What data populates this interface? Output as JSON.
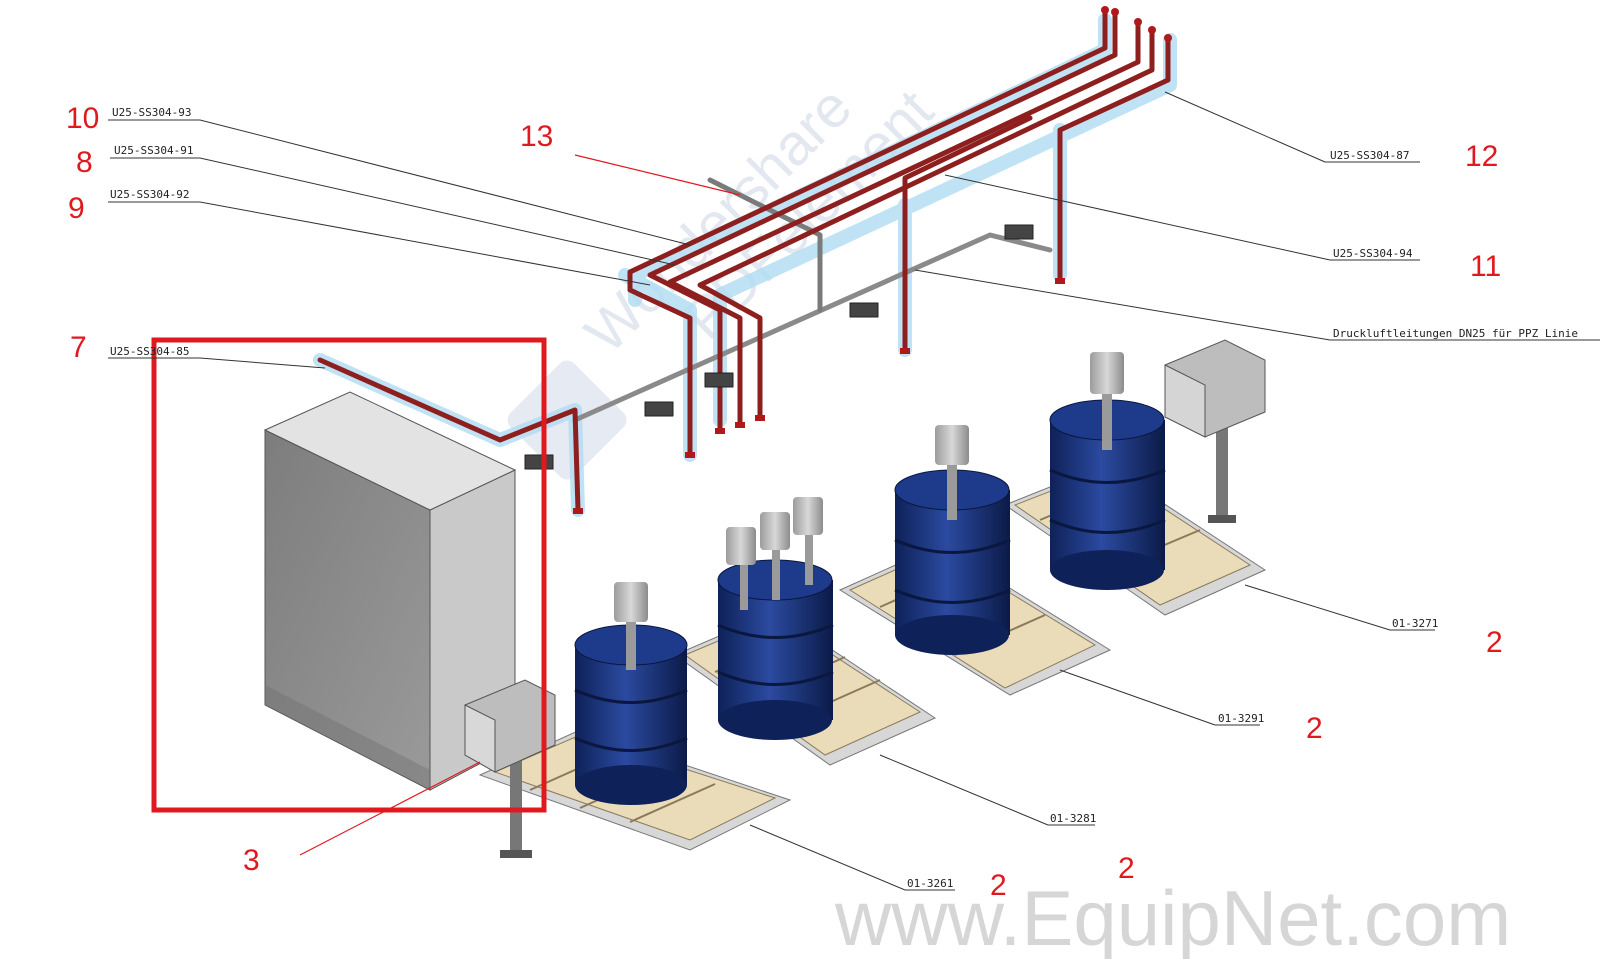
{
  "labels": {
    "u85": "U25-SS304-85",
    "u93": "U25-SS304-93",
    "u91": "U25-SS304-91",
    "u92": "U25-SS304-92",
    "u87": "U25-SS304-87",
    "u94": "U25-SS304-94",
    "druck": "Druckluftleitungen DN25 für PPZ Linie",
    "s3271": "01-3271",
    "s3291": "01-3291",
    "s3281": "01-3281",
    "s3261": "01-3261"
  },
  "callouts": {
    "n10": "10",
    "n8": "8",
    "n9": "9",
    "n7": "7",
    "n13": "13",
    "n12": "12",
    "n11": "11",
    "n3": "3",
    "n2a": "2",
    "n2b": "2",
    "n2c": "2",
    "n2d": "2"
  },
  "watermarks": {
    "equipnet": "www.EquipNet.com",
    "wondershare": "Wondershare",
    "pdfelement": "PDFelement"
  },
  "colors": {
    "callout_red": "#e0191f",
    "pipe_red": "#8e1f1f",
    "pipe_glow": "#a9d8f2",
    "tank_blue": "#15317a",
    "pallet_wood": "#eadcb9",
    "cabinet_grey": "#8a8a8a"
  }
}
